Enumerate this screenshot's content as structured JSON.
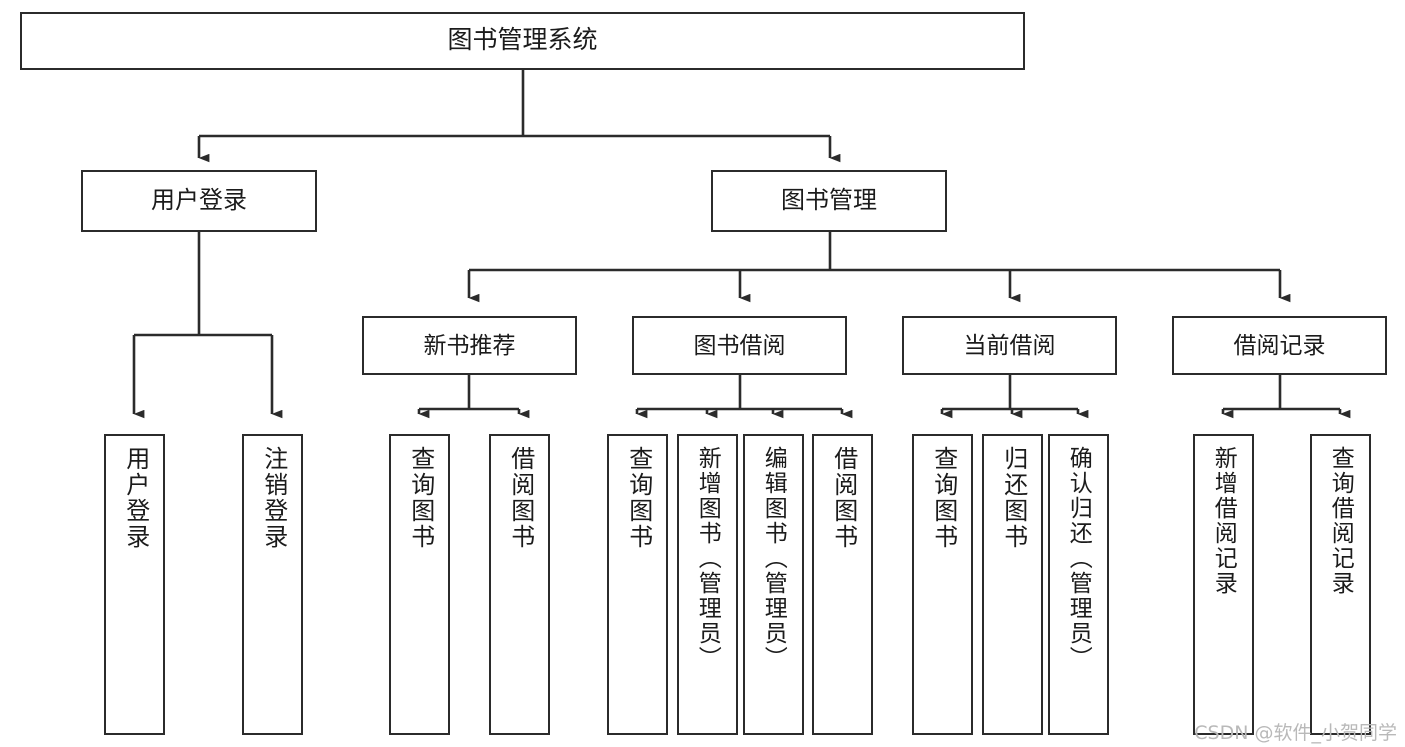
{
  "diagram": {
    "type": "tree-hierarchy",
    "title": "图书管理系统",
    "watermark": "CSDN @软件_小贺同学",
    "colors": {
      "stroke": "#2b2b2b",
      "fill": "#ffffff",
      "text": "#1b1b1b",
      "watermark": "#b9b9b9"
    },
    "root": {
      "label": "图书管理系统"
    },
    "level1": [
      {
        "label": "用户登录"
      },
      {
        "label": "图书管理"
      }
    ],
    "level2": [
      {
        "label": "新书推荐"
      },
      {
        "label": "图书借阅"
      },
      {
        "label": "当前借阅"
      },
      {
        "label": "借阅记录"
      }
    ],
    "leaves": {
      "user_login": [
        {
          "label": "用户登录"
        },
        {
          "label": "注销登录"
        }
      ],
      "new_book_recommend": [
        {
          "label": "查询图书"
        },
        {
          "label": "借阅图书"
        }
      ],
      "book_borrow": [
        {
          "label": "查询图书"
        },
        {
          "label": "新增图书（管理员）"
        },
        {
          "label": "编辑图书（管理员）"
        },
        {
          "label": "借阅图书"
        }
      ],
      "current_borrow": [
        {
          "label": "查询图书"
        },
        {
          "label": "归还图书"
        },
        {
          "label": "确认归还（管理员）"
        }
      ],
      "borrow_record": [
        {
          "label": "新增借阅记录"
        },
        {
          "label": "查询借阅记录"
        }
      ]
    }
  }
}
